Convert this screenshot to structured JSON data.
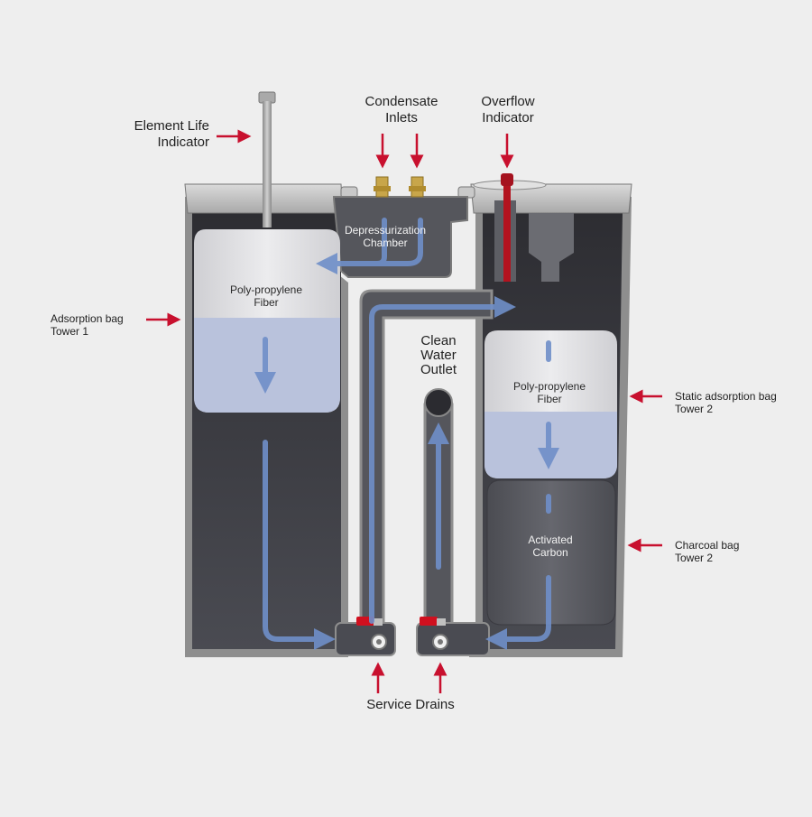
{
  "labels": {
    "element_life_indicator": [
      "Element Life",
      "Indicator"
    ],
    "condensate_inlets": [
      "Condensate",
      "Inlets"
    ],
    "overflow_indicator": [
      "Overflow",
      "Indicator"
    ],
    "depressurization_chamber": [
      "Depressurization",
      "Chamber"
    ],
    "adsorption_bag_tower_1": [
      "Adsorption bag",
      "Tower 1"
    ],
    "polypropylene_fiber_1": [
      "Poly-propylene",
      "Fiber"
    ],
    "clean_water_outlet": [
      "Clean",
      "Water",
      "Outlet"
    ],
    "polypropylene_fiber_2": [
      "Poly-propylene",
      "Fiber"
    ],
    "static_adsorption_bag_tower_2": [
      "Static adsorption bag",
      "Tower 2"
    ],
    "activated_carbon": [
      "Activated",
      "Carbon"
    ],
    "charcoal_bag_tower_2": [
      "Charcoal bag",
      "Tower 2"
    ],
    "service_drains": [
      "Service Drains"
    ]
  },
  "colors": {
    "background": "#eeeeee",
    "housing_wall": "#8e8e8e",
    "housing_dark": "#3c3c42",
    "fiber_bag": "#d9d9dc",
    "water": "#b9c2dc",
    "carbon_bag": "#55565c",
    "flow_arrow": "#6f8fc9",
    "pointer_arrow": "#c8102e",
    "valve_red": "#d0101f",
    "brass": "#c8a64a"
  }
}
